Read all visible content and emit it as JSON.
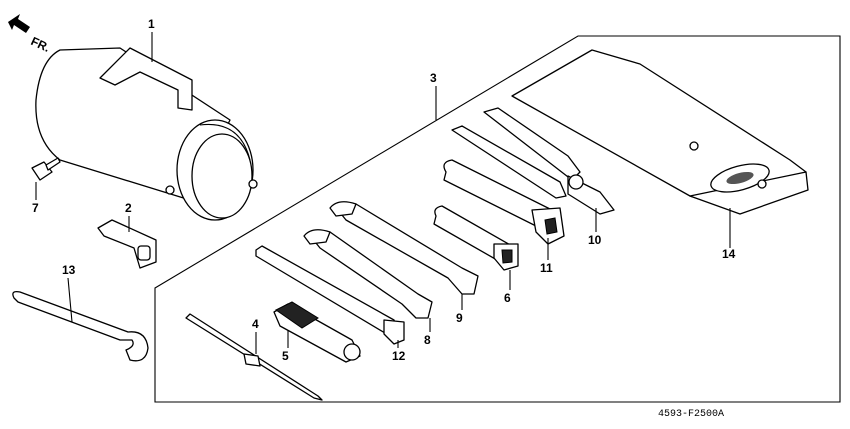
{
  "direction_label": "FR.",
  "drawing_code": "4593-F2500A",
  "callouts": {
    "c1": "1",
    "c2": "2",
    "c3": "3",
    "c4": "4",
    "c5": "5",
    "c6": "6",
    "c7": "7",
    "c8": "8",
    "c9": "9",
    "c10": "10",
    "c11": "11",
    "c12": "12",
    "c13": "13",
    "c14": "14"
  }
}
